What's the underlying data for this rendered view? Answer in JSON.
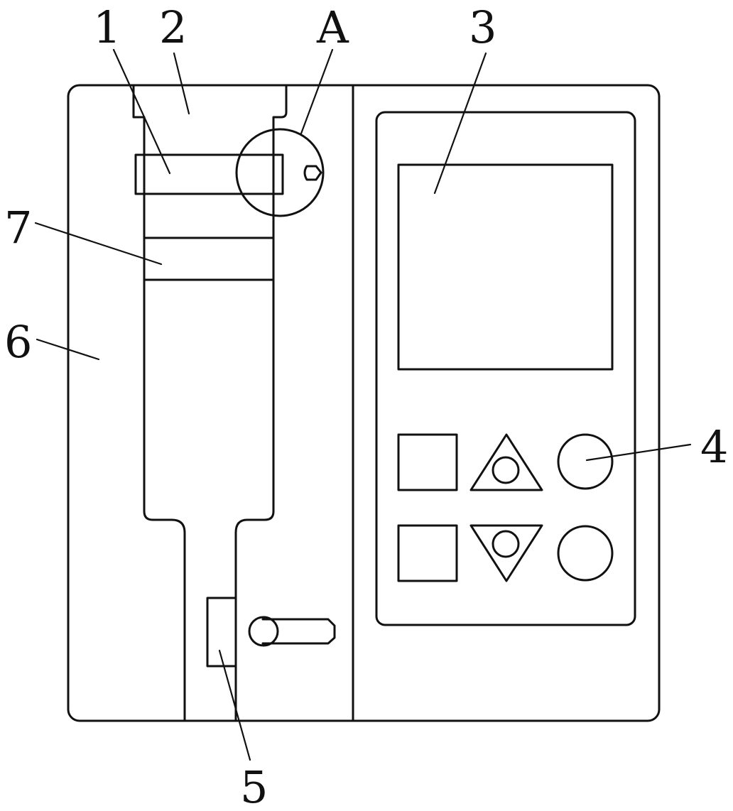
{
  "callouts": {
    "c1": "1",
    "c2": "2",
    "cA": "A",
    "c3": "3",
    "c4": "4",
    "c5": "5",
    "c6": "6",
    "c7": "7"
  },
  "colors": {
    "line": "#111111",
    "background": "#ffffff"
  }
}
